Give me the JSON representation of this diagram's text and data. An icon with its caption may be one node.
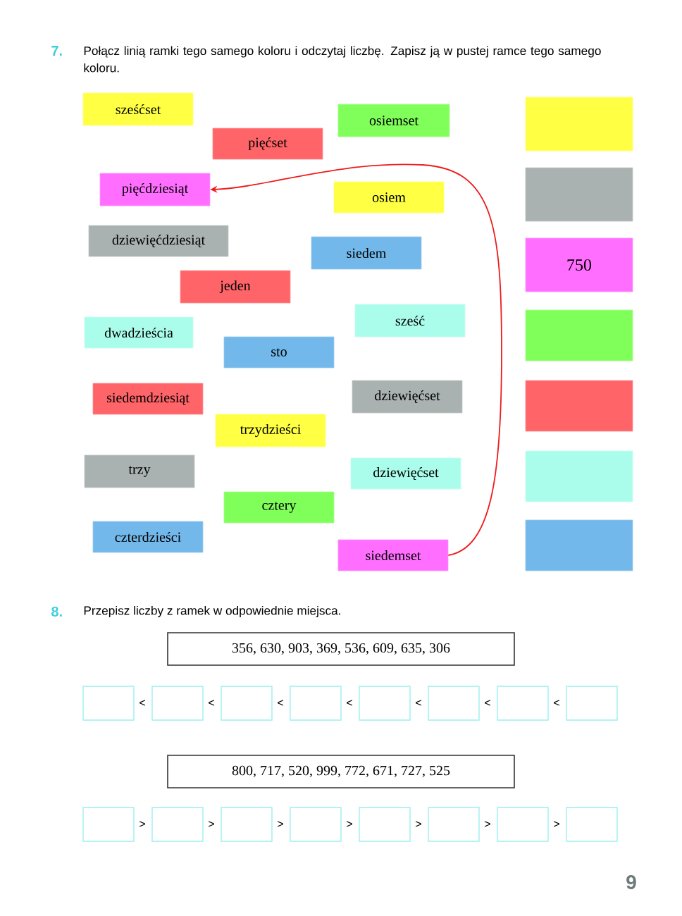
{
  "diagram": {
    "nodes": [
      {
        "text": [
          "sześćset"
        ]
      },
      {
        "text": [
          "osiemset"
        ]
      },
      {
        "text": [
          "pięćset"
        ]
      },
      {
        "text": [
          "pięćdziesiąt"
        ]
      },
      {
        "text": [
          "osiem"
        ]
      },
      {
        "text": [
          "dziewięćdziesiąt"
        ]
      },
      {
        "text": [
          "siedem"
        ]
      },
      {
        "text": [
          "jeden"
        ]
      },
      {
        "text": [
          "sześć"
        ]
      },
      {
        "text": [
          "dwadzieścia"
        ]
      },
      {
        "text": [
          "sto"
        ]
      },
      {
        "text": [
          "dziewięćset"
        ]
      },
      {
        "text": [
          "siedemdziesiąt"
        ]
      },
      {
        "text": [
          "trzydzieści"
        ]
      },
      {
        "text": [
          "trzy"
        ]
      },
      {
        "text": [
          "dziewięćset"
        ]
      },
      {
        "text": [
          "cztery"
        ]
      },
      {
        "text": [
          "czterdzieści"
        ]
      },
      {
        "text": [
          "siedemset"
        ]
      },
      {
        "text": [],
        "shape": "box"
      },
      {
        "text": [],
        "shape": "box"
      },
      {
        "text": [
          "750"
        ]
      },
      {
        "text": [],
        "shape": "box"
      },
      {
        "text": [],
        "shape": "box"
      },
      {
        "text": [],
        "shape": "box"
      },
      {
        "text": [],
        "shape": "box"
      },
      {
        "text": [
          "356, 630, 903, 369, 536, 609, 635, 306"
        ]
      },
      {
        "text": [],
        "shape": "box"
      },
      {
        "text": [],
        "shape": "box"
      },
      {
        "text": [],
        "shape": "box"
      },
      {
        "text": [],
        "shape": "box"
      },
      {
        "text": [],
        "shape": "box"
      },
      {
        "text": [],
        "shape": "box"
      },
      {
        "text": [],
        "shape": "box"
      },
      {
        "text": [],
        "shape": "box"
      },
      {
        "text": [
          "800, 717, 520, 999, 772, 671, 727, 525"
        ]
      },
      {
        "text": [],
        "shape": "box"
      },
      {
        "text": [],
        "shape": "box"
      },
      {
        "text": [],
        "shape": "box"
      },
      {
        "text": [],
        "shape": "box"
      },
      {
        "text": [],
        "shape": "box"
      },
      {
        "text": [],
        "shape": "box"
      },
      {
        "text": [],
        "shape": "box"
      },
      {
        "text": [],
        "shape": "box"
      }
    ],
    "edges": [
      {
        "from": 18,
        "to": 3,
        "arrow": "to",
        "color": "#ee1c1c"
      }
    ],
    "labels": [
      "7.",
      "Połącz linią ramki tego samego koloru i odczytaj liczbę. Zapisz ją w pustej ramce tego samego koloru.",
      "8.",
      "Przepisz liczby z ramek w odpowiednie miejsca.",
      "<",
      "<",
      "<",
      "<",
      "<",
      "<",
      "<",
      ">",
      ">",
      ">",
      ">",
      ">",
      ">",
      ">",
      "9"
    ]
  }
}
